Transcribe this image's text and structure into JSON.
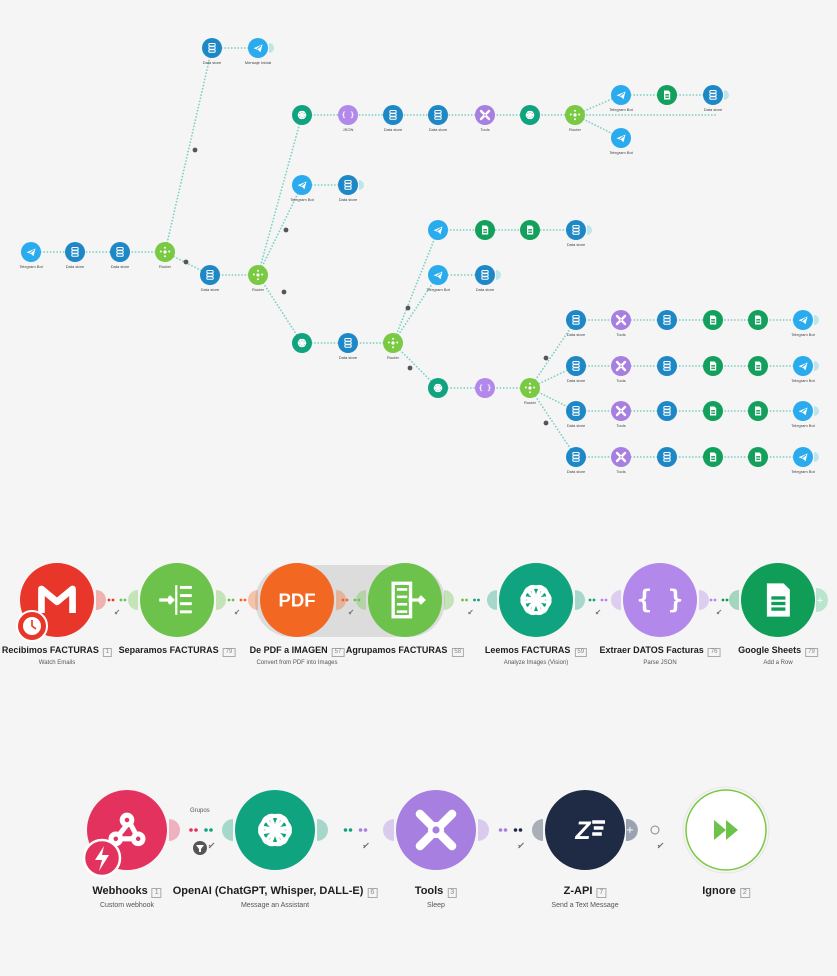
{
  "top": {
    "labels": {
      "telegram_bot": "Telegram Bot",
      "datastore": "Data store",
      "router": "Router",
      "mensaje_inicial": "Mensaje Inicial",
      "json": "JSON",
      "tools": "Tools"
    }
  },
  "middle": {
    "modules": [
      {
        "title": "Recibimos FACTURAS",
        "num": "1",
        "subtitle": "Watch Emails",
        "color": "#e8362b",
        "icon": "gmail-icon"
      },
      {
        "title": "Separamos FACTURAS",
        "num": "79",
        "subtitle": "",
        "color": "#6cc24a",
        "icon": "iterator-icon"
      },
      {
        "title": "De PDF a IMAGEN",
        "num": "57",
        "subtitle": "Convert from PDF into Images",
        "color": "#f26722",
        "icon": "pdf-icon",
        "icon_text": "PDF"
      },
      {
        "title": "Agrupamos FACTURAS",
        "num": "58",
        "subtitle": "",
        "color": "#6cc24a",
        "icon": "aggregator-icon"
      },
      {
        "title": "Leemos FACTURAS",
        "num": "59",
        "subtitle": "Analyze Images (Vision)",
        "color": "#10a37f",
        "icon": "openai-icon"
      },
      {
        "title": "Extraer DATOS Facturas",
        "num": "76",
        "subtitle": "Parse JSON",
        "color": "#b388eb",
        "icon": "json-icon",
        "icon_text": "{ }"
      },
      {
        "title": "Google Sheets",
        "num": "79",
        "subtitle": "Add a Row",
        "color": "#0f9d58",
        "icon": "google-sheets-icon"
      }
    ]
  },
  "bottom": {
    "filter_label": "Grupos",
    "modules": [
      {
        "title": "Webhooks",
        "num": "1",
        "subtitle": "Custom webhook",
        "color": "#e4325f",
        "icon": "webhook-icon"
      },
      {
        "title": "OpenAI (ChatGPT, Whisper, DALL-E)",
        "num": "6",
        "subtitle": "Message an Assistant",
        "color": "#10a37f",
        "icon": "openai-icon"
      },
      {
        "title": "Tools",
        "num": "3",
        "subtitle": "Sleep",
        "color": "#a77fe0",
        "icon": "tools-icon"
      },
      {
        "title": "Z-API",
        "num": "7",
        "subtitle": "Send a Text Message",
        "color": "#1f2a44",
        "icon": "zapi-icon",
        "icon_text": "Z"
      },
      {
        "title": "Ignore",
        "num": "2",
        "subtitle": "",
        "color": "#ffffff",
        "icon": "ignore-icon"
      }
    ]
  }
}
